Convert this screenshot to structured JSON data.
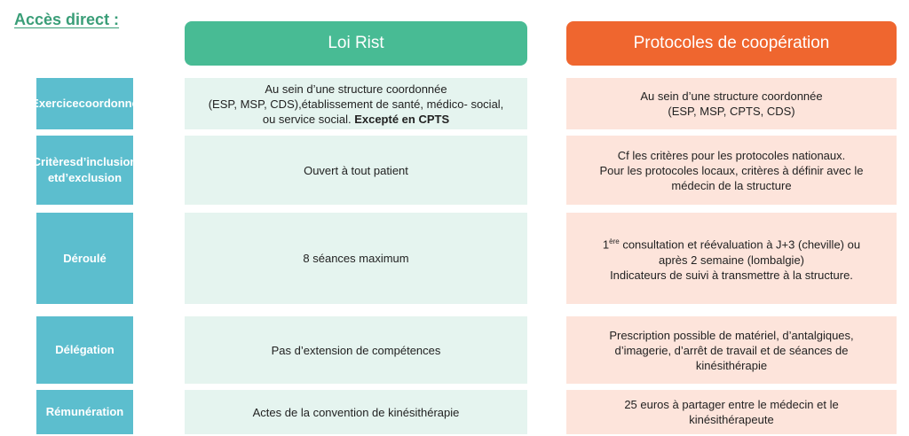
{
  "page": {
    "title": "Accès direct :"
  },
  "columns": {
    "loi_rist": "Loi Rist",
    "protocoles": "Protocoles de coopération"
  },
  "rows": [
    {
      "label": [
        "Exercice",
        "coordonné"
      ],
      "loi_rist": [
        "Au sein d’une structure coordonnée",
        "(ESP, MSP, CDS),établissement de santé, médico- social,"
      ],
      "loi_rist_last_prefix": "ou service social. ",
      "loi_rist_last_bold": "Excepté en CPTS",
      "protocoles": [
        "Au sein d’une structure coordonnée",
        "(ESP, MSP, CPTS, CDS)"
      ]
    },
    {
      "label": [
        "Critères",
        "d’inclusion et",
        "d’exclusion"
      ],
      "loi_rist": [
        "Ouvert à tout patient"
      ],
      "protocoles": [
        "Cf les critères pour les protocoles nationaux.",
        "Pour les protocoles locaux, critères à définir avec le",
        "médecin de la structure"
      ]
    },
    {
      "label": [
        "Déroulé"
      ],
      "loi_rist": [
        "8 séances maximum"
      ],
      "protocoles_first_num": "1",
      "protocoles_first_sup": "ère",
      "protocoles_first_rest": " consultation  et réévaluation à J+3 (cheville) ou",
      "protocoles": [
        "après 2 semaine (lombalgie)",
        "Indicateurs de suivi à transmettre à la structure."
      ]
    },
    {
      "label": [
        "Délégation"
      ],
      "loi_rist": [
        "Pas d’extension de compétences"
      ],
      "protocoles": [
        "Prescription possible de matériel, d’antalgiques,",
        "d’imagerie, d’arrêt de travail et de séances de",
        "kinésithérapie"
      ]
    },
    {
      "label": [
        "Rémunération"
      ],
      "loi_rist": [
        "Actes de la convention de kinésithérapie"
      ],
      "protocoles": [
        "25 euros à partager entre le médecin et le",
        "kinésithérapeute"
      ]
    }
  ]
}
